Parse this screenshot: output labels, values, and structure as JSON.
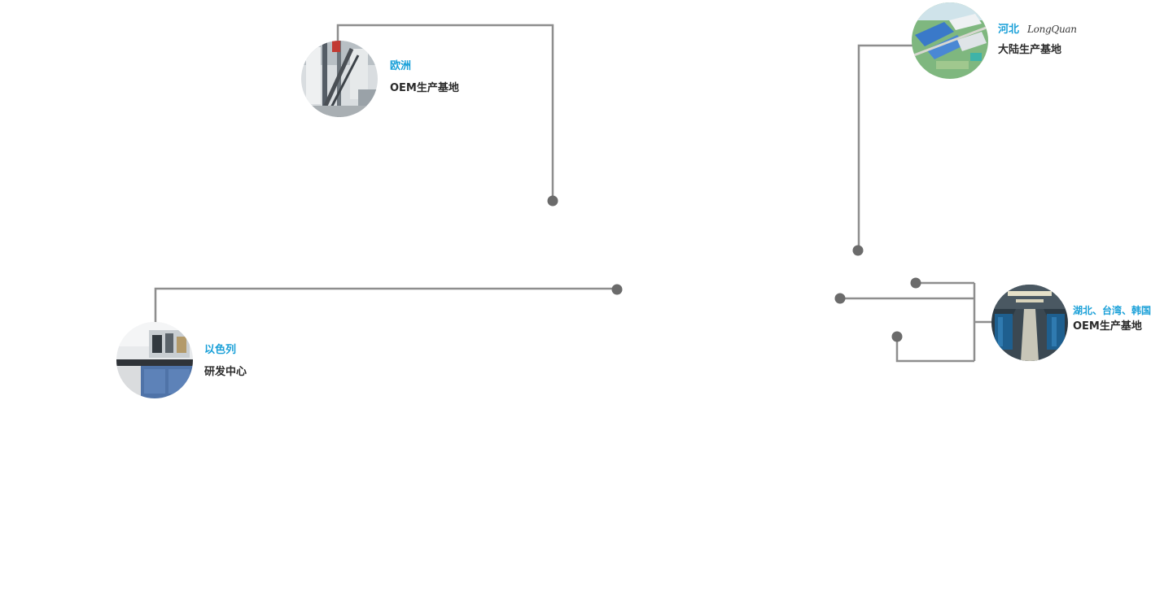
{
  "colors": {
    "connector_line": "#8e8e8e",
    "node_dot": "#6b6b6b",
    "region_text": "#1aa0d8",
    "facility_text": "#2b2b2b"
  },
  "locations": [
    {
      "id": "europe",
      "region": "欧洲",
      "facility": "OEM生产基地",
      "photo_icon": "factory-pipes-photo"
    },
    {
      "id": "hebei",
      "region": "河北",
      "brand": "LongQuan",
      "facility": "大陆生产基地",
      "photo_icon": "aerial-plant-photo"
    },
    {
      "id": "israel",
      "region": "以色列",
      "facility": "研发中心",
      "photo_icon": "laboratory-photo"
    },
    {
      "id": "asia",
      "region": "湖北、台湾、韩国",
      "facility": "OEM生产基地",
      "photo_icon": "production-line-photo"
    }
  ]
}
